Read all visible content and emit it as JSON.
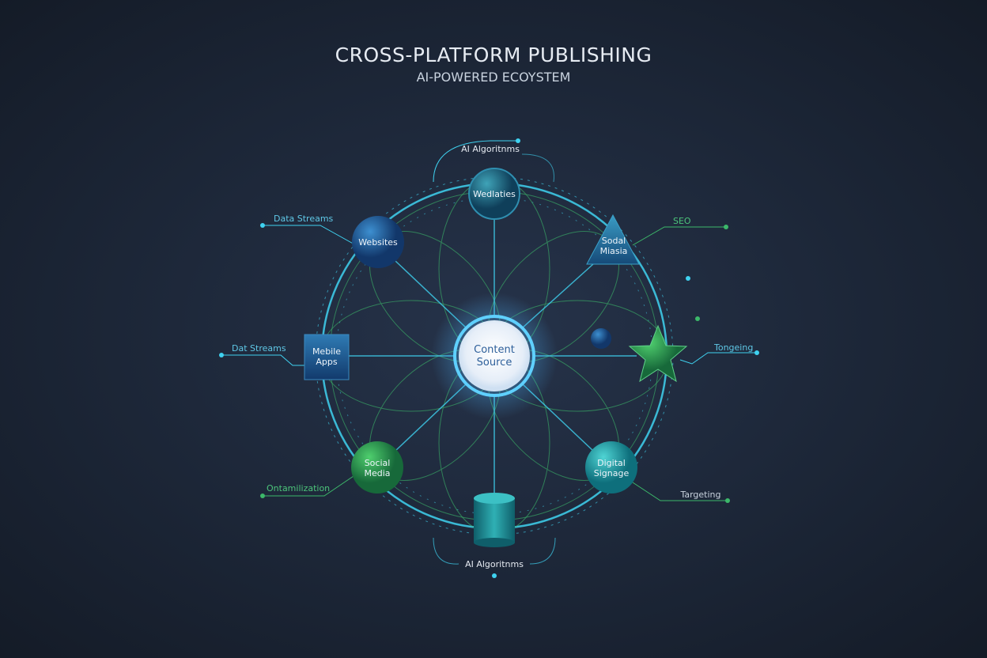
{
  "header": {
    "title": "CROSS-PLATFORM PUBLISHING",
    "subtitle": "AI-POWERED ECOYSTEM"
  },
  "center": {
    "label_line1": "Content",
    "label_line2": "Source"
  },
  "nodes": {
    "top": "Wedlaties",
    "websites": "Websites",
    "social_triangle": [
      "Sodal",
      "Miasia"
    ],
    "mobile": [
      "Mebile",
      "Apps"
    ],
    "social_media": [
      "Social",
      "Media"
    ],
    "digital_signage": [
      "Digital",
      "Signage"
    ]
  },
  "labels": {
    "ai_top": "AI Algoritnms",
    "ai_bottom": "AI Algoritnms",
    "data_streams": "Data Streams",
    "dat_streams": "Dat Streams",
    "seo": "SEO",
    "tongeing": "Tongeing",
    "ontamilization": "Ontamilization",
    "targeting": "Targeting"
  },
  "colors": {
    "accent_cyan": "#3fd2f0",
    "accent_green": "#3cb86a",
    "background": "#1c2637"
  }
}
